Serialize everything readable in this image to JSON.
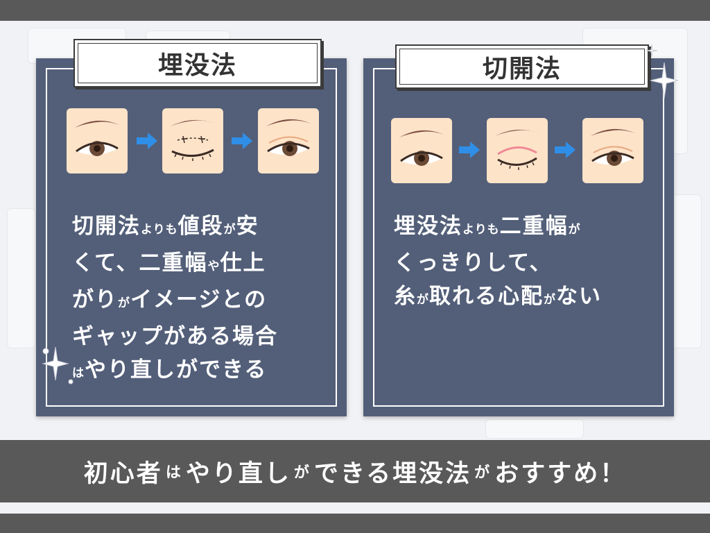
{
  "panels": [
    {
      "title": "埋没法",
      "steps": [
        "before-eye-icon",
        "stitch-eye-icon",
        "double-eyelid-eye-icon"
      ],
      "lines": [
        [
          {
            "t": "切開法"
          },
          {
            "t": "よりも",
            "s": true
          },
          {
            "t": "値段"
          },
          {
            "t": "が",
            "s": true
          },
          {
            "t": "安"
          }
        ],
        [
          {
            "t": "くて、二重幅"
          },
          {
            "t": "や",
            "s": true
          },
          {
            "t": "仕上"
          }
        ],
        [
          {
            "t": "がり"
          },
          {
            "t": "が",
            "s": true
          },
          {
            "t": "イメージとの"
          }
        ],
        [
          {
            "t": "ギャップがある場合"
          }
        ],
        [
          {
            "t": "は",
            "s": true
          },
          {
            "t": "やり直しができる"
          }
        ]
      ]
    },
    {
      "title": "切開法",
      "steps": [
        "before-eye-icon",
        "incision-eye-icon",
        "double-eyelid-eye-icon"
      ],
      "lines": [
        [
          {
            "t": "埋没法"
          },
          {
            "t": "よりも",
            "s": true
          },
          {
            "t": "二重幅"
          },
          {
            "t": "が",
            "s": true
          }
        ],
        [
          {
            "t": "くっきりして、"
          }
        ],
        [
          {
            "t": "糸"
          },
          {
            "t": "が",
            "s": true
          },
          {
            "t": "取れる心配"
          },
          {
            "t": "が",
            "s": true
          },
          {
            "t": "ない"
          }
        ]
      ]
    }
  ],
  "footer": [
    {
      "t": "初心者"
    },
    {
      "t": "は",
      "s": true
    },
    {
      "t": "やり直し"
    },
    {
      "t": "が",
      "s": true
    },
    {
      "t": "できる埋没法"
    },
    {
      "t": "が",
      "s": true
    },
    {
      "t": "おすすめ！"
    }
  ],
  "colors": {
    "panel": "#535f79",
    "arrow": "#2f8fe8",
    "skin": "#fde3c8",
    "brow": "#7a4a3e",
    "iris": "#6b4a36",
    "incision": "#f08a95",
    "banner": "#595959"
  }
}
